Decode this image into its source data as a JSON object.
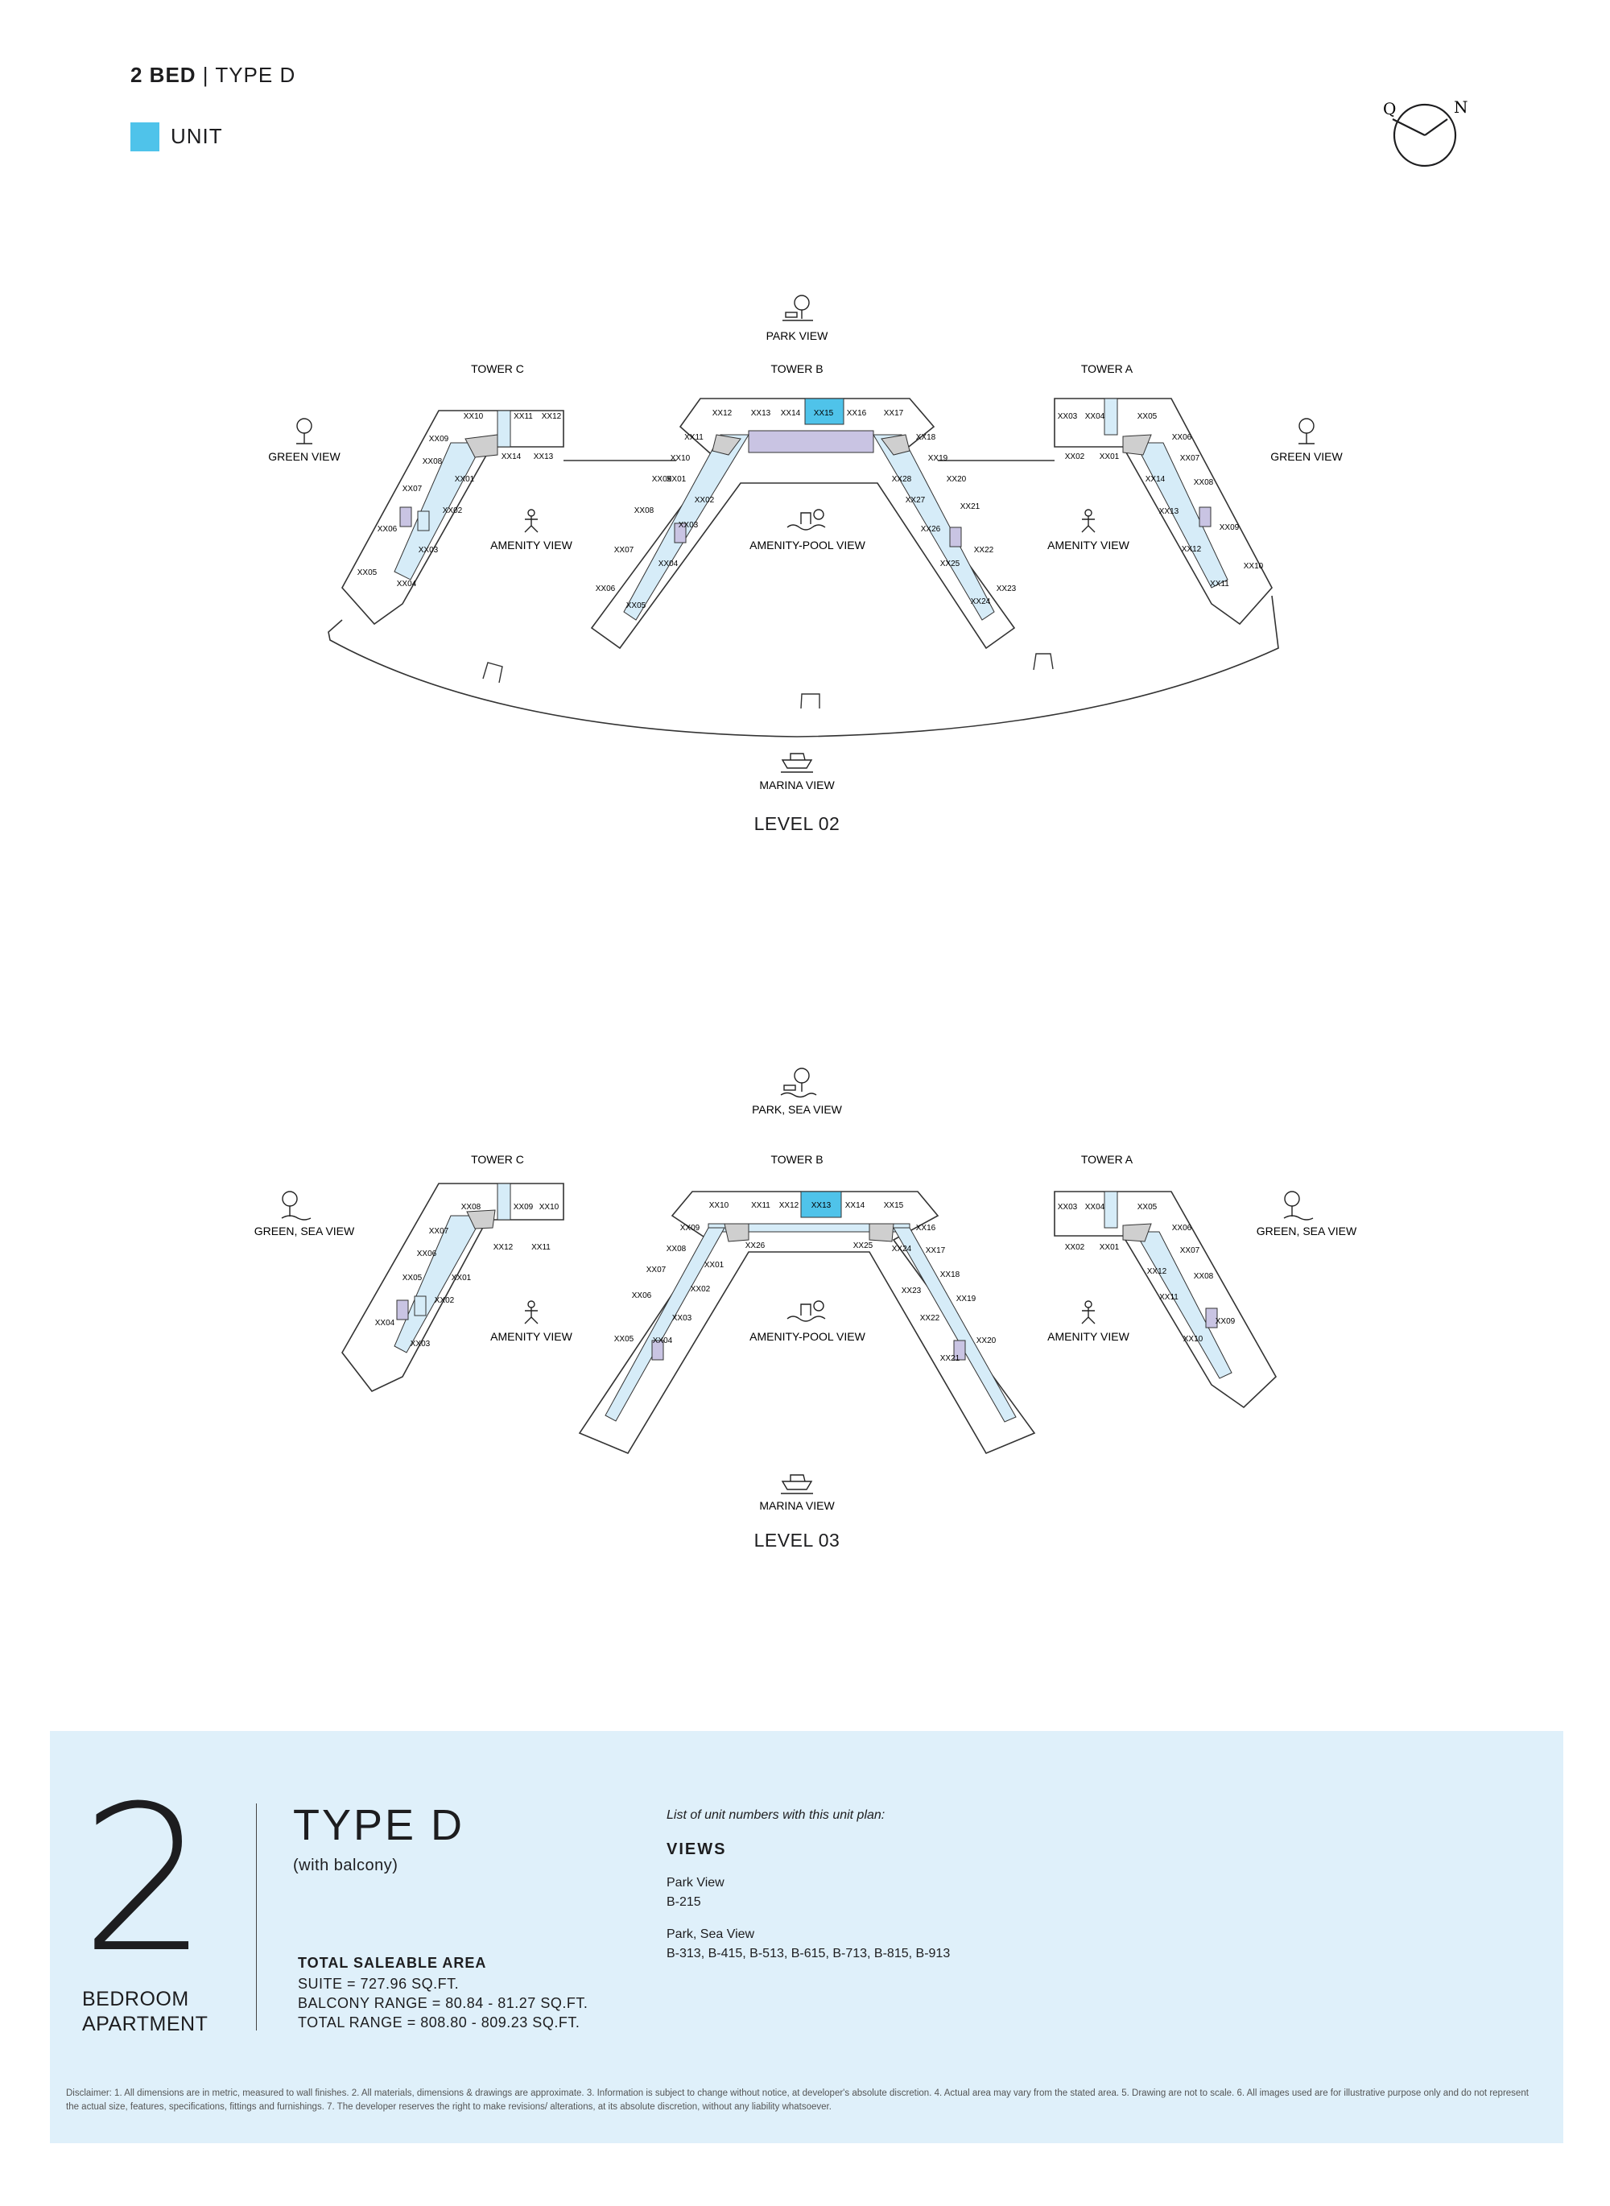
{
  "header": {
    "title_bold": "2 BED",
    "title_sep": " | ",
    "title_type": "TYPE D",
    "legend_label": "UNIT"
  },
  "compass": {
    "left_letter": "Q",
    "right_letter": "N"
  },
  "colors": {
    "unit_highlight": "#4fc3ea",
    "corridor": "#d6ecf8",
    "core": "#c9c4e3",
    "panel_bg": "#dff0fa"
  },
  "level02": {
    "level_label": "LEVEL 02",
    "views": {
      "top": "PARK VIEW",
      "left": "GREEN VIEW",
      "right": "GREEN VIEW",
      "bottom": "MARINA VIEW",
      "amenity_left": "AMENITY VIEW",
      "amenity_center": "AMENITY-POOL VIEW",
      "amenity_right": "AMENITY VIEW"
    },
    "towers": {
      "c": "TOWER C",
      "b": "TOWER B",
      "a": "TOWER A"
    },
    "tower_c_units": [
      "XX10",
      "XX11",
      "XX12",
      "XX09",
      "XX14",
      "XX13",
      "XX08",
      "XX01",
      "XX07",
      "XX02",
      "XX06",
      "XX03",
      "XX05",
      "XX04"
    ],
    "tower_b_units": [
      "XX12",
      "XX13",
      "XX14",
      "XX15",
      "XX16",
      "XX17",
      "XX11",
      "XX18",
      "XX10",
      "XX19",
      "XX09",
      "XX01",
      "XX28",
      "XX20",
      "XX02",
      "XX27",
      "XX21",
      "XX08",
      "XX03",
      "XX26",
      "XX07",
      "XX04",
      "XX25",
      "XX22",
      "XX06",
      "XX05",
      "XX24",
      "XX23"
    ],
    "tower_a_units": [
      "XX03",
      "XX04",
      "XX05",
      "XX06",
      "XX02",
      "XX01",
      "XX07",
      "XX14",
      "XX08",
      "XX13",
      "XX09",
      "XX12",
      "XX10",
      "XX11"
    ],
    "highlight_unit": "XX15"
  },
  "level03": {
    "level_label": "LEVEL 03",
    "views": {
      "top": "PARK, SEA VIEW",
      "left": "GREEN, SEA VIEW",
      "right": "GREEN, SEA VIEW",
      "bottom": "MARINA VIEW",
      "amenity_left": "AMENITY VIEW",
      "amenity_center": "AMENITY-POOL VIEW",
      "amenity_right": "AMENITY VIEW"
    },
    "towers": {
      "c": "TOWER C",
      "b": "TOWER B",
      "a": "TOWER A"
    },
    "tower_c_units": [
      "XX08",
      "XX09",
      "XX10",
      "XX07",
      "XX12",
      "XX11",
      "XX06",
      "XX05",
      "XX01",
      "XX02",
      "XX04",
      "XX03"
    ],
    "tower_b_units": [
      "XX10",
      "XX11",
      "XX12",
      "XX13",
      "XX14",
      "XX15",
      "XX09",
      "XX16",
      "XX26",
      "XX25",
      "XX08",
      "XX24",
      "XX17",
      "XX01",
      "XX07",
      "XX18",
      "XX02",
      "XX23",
      "XX06",
      "XX19",
      "XX03",
      "XX22",
      "XX05",
      "XX04",
      "XX20",
      "XX21"
    ],
    "tower_a_units": [
      "XX03",
      "XX04",
      "XX05",
      "XX06",
      "XX02",
      "XX01",
      "XX07",
      "XX12",
      "XX08",
      "XX11",
      "XX09",
      "XX10"
    ],
    "highlight_unit": "XX13"
  },
  "info": {
    "big_number": "2",
    "bedroom_line1": "BEDROOM",
    "bedroom_line2": "APARTMENT",
    "type_title": "TYPE D",
    "type_sub": "(with balcony)",
    "area_title": "TOTAL SALEABLE AREA",
    "suite": "SUITE = 727.96 SQ.FT.",
    "balcony": "BALCONY RANGE = 80.84 - 81.27 SQ.FT.",
    "total": "TOTAL RANGE = 808.80 - 809.23 SQ.FT.",
    "list_intro": "List of unit numbers with this unit plan:",
    "views_title": "VIEWS",
    "view1_name": "Park View",
    "view1_units": "B-215",
    "view2_name": "Park, Sea View",
    "view2_units": "B-313, B-415, B-513, B-615, B-713, B-815, B-913"
  },
  "disclaimer": "Disclaimer: 1. All dimensions are in metric, measured to wall finishes. 2. All materials, dimensions & drawings are approximate. 3. Information is subject to change without notice, at developer's absolute discretion. 4. Actual area may vary from the stated area. 5. Drawing are not to scale. 6. All images used are for illustrative purpose only and do not represent the actual size, features, specifications, fittings and furnishings. 7. The developer reserves the right to make revisions/ alterations, at its absolute discretion, without any liability whatsoever."
}
